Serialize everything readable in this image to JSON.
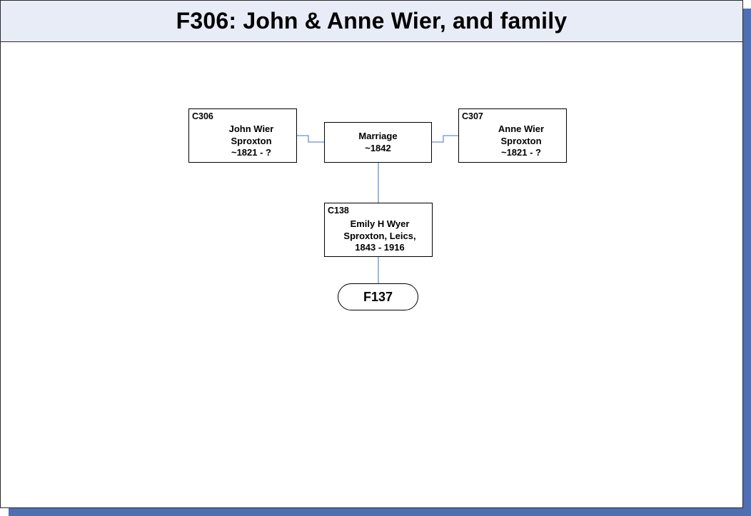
{
  "title": "F306: John & Anne Wier, and family",
  "husband": {
    "code": "C306",
    "name": "John Wier",
    "place": "Sproxton",
    "dates": "~1821 - ?"
  },
  "wife": {
    "code": "C307",
    "name": "Anne Wier",
    "place": "Sproxton",
    "dates": "~1821 - ?"
  },
  "marriage": {
    "label": "Marriage",
    "date": "~1842"
  },
  "child": {
    "code": "C138",
    "name": "Emily H Wyer",
    "place": "Sproxton, Leics,",
    "dates": "1843 - 1916"
  },
  "family_link": {
    "label": "F137"
  },
  "colors": {
    "title_bar": "#e8ecf6",
    "shadow": "#4f6fb2",
    "connector": "#6b8fd0"
  }
}
